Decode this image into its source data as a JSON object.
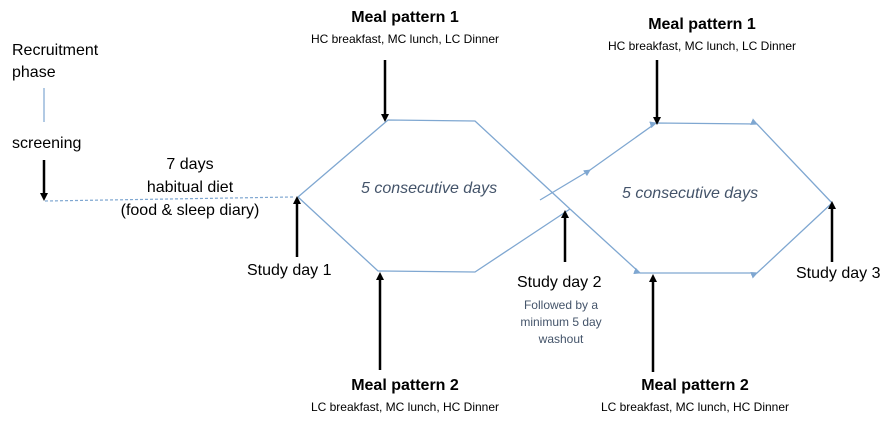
{
  "recruitment": {
    "line1": "Recruitment",
    "line2": "phase",
    "screening": "screening"
  },
  "habitual": {
    "line1": "7 days",
    "line2": "habitual diet",
    "line3": "(food & sleep diary)"
  },
  "study_days": {
    "day1": "Study day 1",
    "day2": "Study day 2",
    "day3": "Study day 3"
  },
  "washout": {
    "line1": "Followed by a",
    "line2": "minimum 5 day",
    "line3": "washout"
  },
  "periods": {
    "left": "5 consecutive days",
    "right": "5 consecutive days"
  },
  "meal_patterns": {
    "top_left": {
      "title": "Meal pattern 1",
      "detail": "HC breakfast, MC lunch, LC Dinner"
    },
    "top_right": {
      "title": "Meal pattern 1",
      "detail": "HC breakfast, MC lunch, LC Dinner"
    },
    "bottom_left": {
      "title": "Meal pattern 2",
      "detail": "LC breakfast, MC lunch, HC Dinner"
    },
    "bottom_right": {
      "title": "Meal pattern 2",
      "detail": "LC breakfast, MC lunch, HC Dinner"
    }
  },
  "colors": {
    "line": "#7fa7d1",
    "arrow": "#000000",
    "italic_text": "#44546a"
  }
}
